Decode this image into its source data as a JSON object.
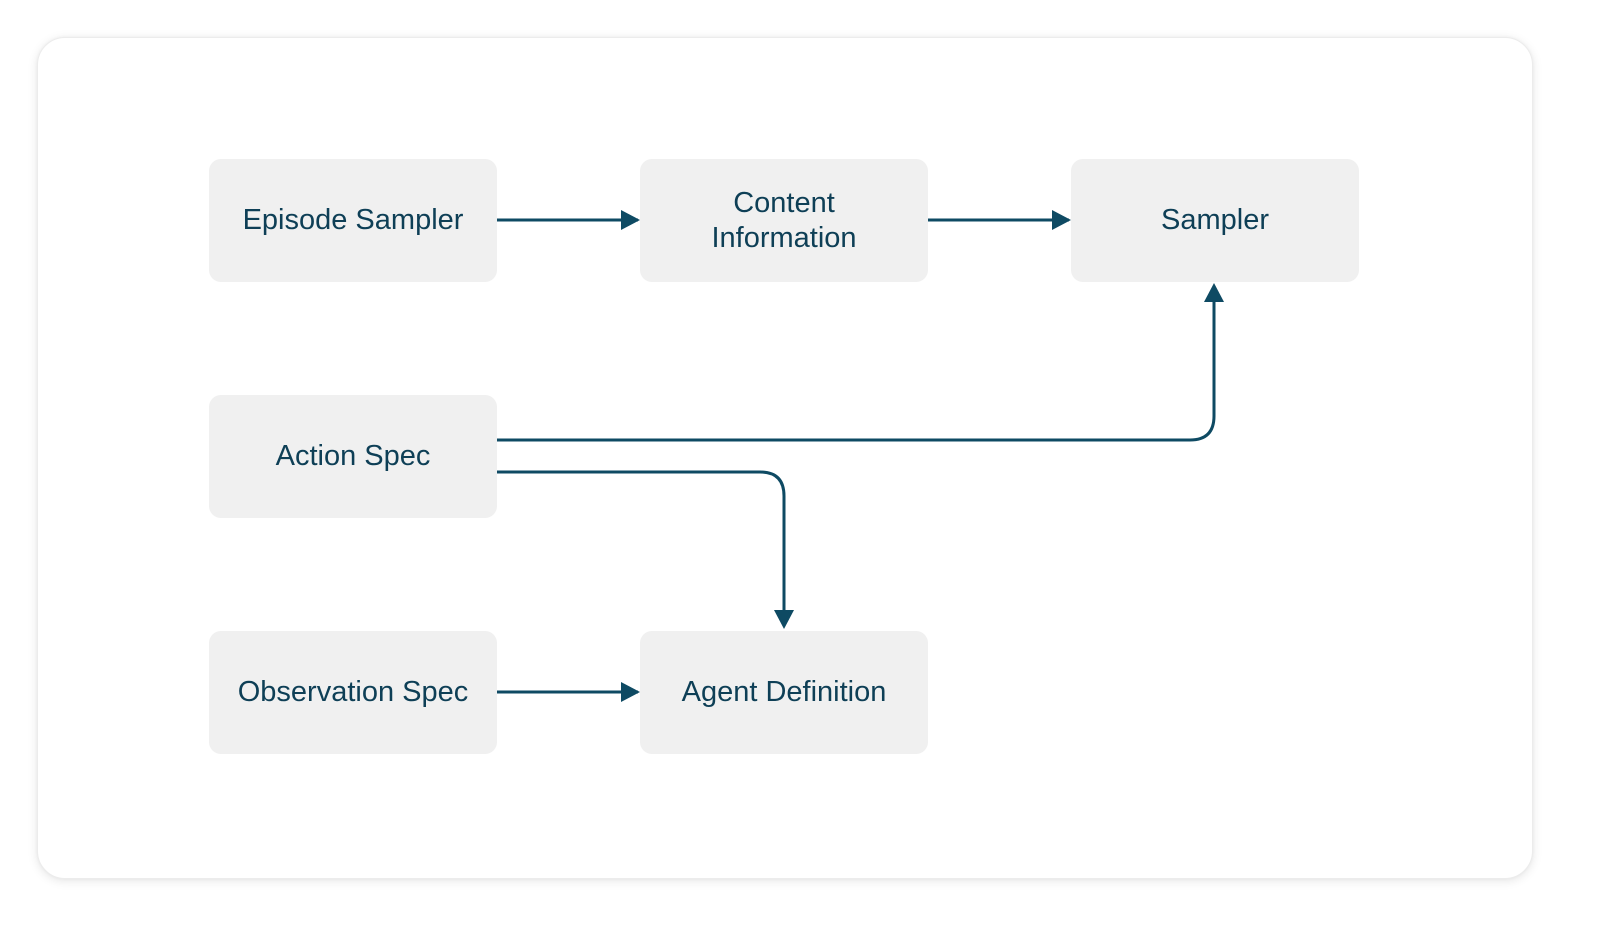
{
  "diagram": {
    "nodes": {
      "episode_sampler": "Episode Sampler",
      "content_information": "Content\nInformation",
      "sampler": "Sampler",
      "action_spec": "Action Spec",
      "observation_spec": "Observation Spec",
      "agent_definition": "Agent Definition"
    },
    "edges": [
      {
        "from": "Episode Sampler",
        "to": "Content Information"
      },
      {
        "from": "Content Information",
        "to": "Sampler"
      },
      {
        "from": "Action Spec",
        "to": "Sampler"
      },
      {
        "from": "Action Spec",
        "to": "Agent Definition"
      },
      {
        "from": "Observation Spec",
        "to": "Agent Definition"
      }
    ],
    "colors": {
      "node_fill": "#f0f0f0",
      "text": "#0e3f56",
      "arrow": "#0e4a63"
    }
  }
}
